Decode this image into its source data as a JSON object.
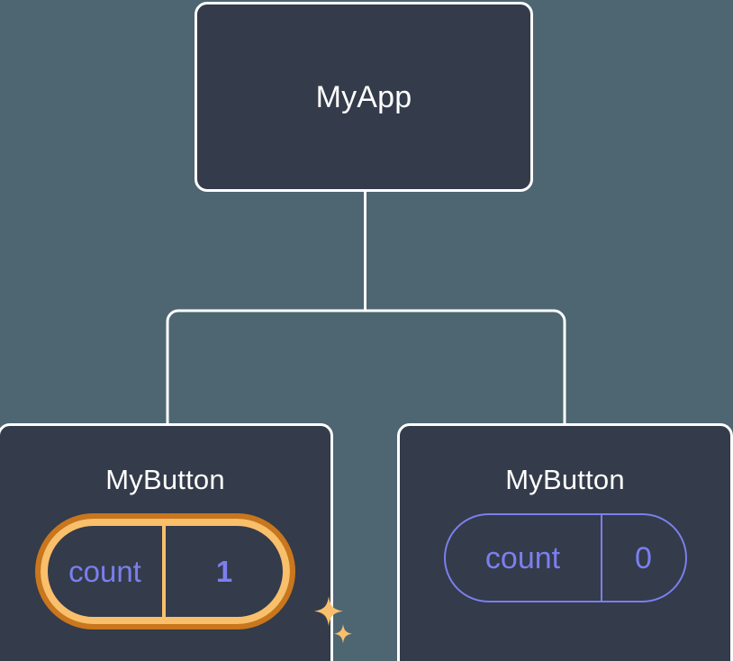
{
  "diagram": {
    "type": "component-tree",
    "background_color": "#4d6671",
    "node_fill_color": "#343b4a",
    "node_border_color": "#ffffff",
    "connector_color": "#ffffff",
    "state_text_color": "#7b7fee",
    "highlight_outer_color": "#c9761c",
    "highlight_inner_color": "#f9bf6b",
    "sparkle_color": "#f9bf6b",
    "root": {
      "title": "MyApp"
    },
    "children": [
      {
        "title": "MyButton",
        "state_key": "count",
        "state_value": "1",
        "highlighted": true,
        "sparkles": true
      },
      {
        "title": "MyButton",
        "state_key": "count",
        "state_value": "0",
        "highlighted": false,
        "sparkles": false
      }
    ]
  }
}
